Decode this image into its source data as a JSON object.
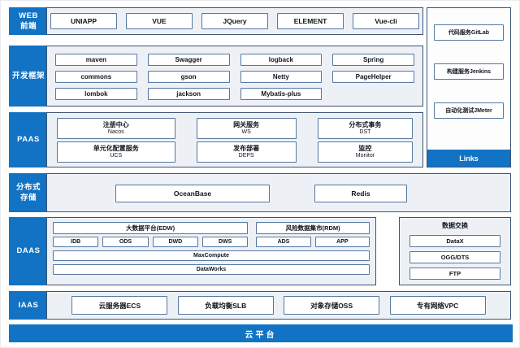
{
  "colors": {
    "accent": "#1273c4",
    "band_bg": "#edf1f6",
    "band_border": "#3c5472",
    "box_border": "#56779f",
    "ink": "#10141c"
  },
  "bands": {
    "web": {
      "label_lines": [
        "WEB",
        "前端"
      ],
      "items": [
        "UNIAPP",
        "VUE",
        "JQuery",
        "ELEMENT",
        "Vue-cli"
      ]
    },
    "framework": {
      "label_lines": [
        "开发框架"
      ],
      "columns": [
        [
          "maven",
          "commons",
          "lombok"
        ],
        [
          "Swagger",
          "gson",
          "jackson"
        ],
        [
          "logback",
          "Netty",
          "Mybatis-plus"
        ],
        [
          "Spring",
          "PageHelper"
        ]
      ]
    },
    "paas": {
      "label_lines": [
        "PAAS"
      ],
      "services": [
        {
          "zh": "注册中心",
          "en": "Nacos"
        },
        {
          "zh": "网关服务",
          "en": "WS"
        },
        {
          "zh": "分布式事务",
          "en": "DST"
        },
        {
          "zh": "单元化配置服务",
          "en": "UCS"
        },
        {
          "zh": "发布部署",
          "en": "DEPS"
        },
        {
          "zh": "监控",
          "en": "Monitor"
        }
      ]
    },
    "storage": {
      "label_lines": [
        "分布式",
        "存储"
      ],
      "items": [
        "OceanBase",
        "Redis"
      ]
    },
    "daas": {
      "label_lines": [
        "DAAS"
      ],
      "bigdata": {
        "title": "大数据平台(EDW)",
        "layers": [
          "IDB",
          "ODS",
          "DWD",
          "DWS"
        ]
      },
      "risk": {
        "title": "风险数据集市(RDM)",
        "layers": [
          "ADS",
          "APP"
        ]
      },
      "platform_rows": [
        "MaxCompute",
        "DataWorks"
      ],
      "exchange": {
        "title": "数据交换",
        "items": [
          "DataX",
          "OGG/DTS",
          "FTP"
        ]
      }
    },
    "iaas": {
      "label_lines": [
        "IAAS"
      ],
      "items": [
        "云服务器ECS",
        "负载均衡SLB",
        "对象存储OSS",
        "专有网络VPC"
      ]
    }
  },
  "devops": {
    "items": [
      "代码服务GitLab",
      "构建服务Jenkins",
      "自动化测试JMeter"
    ],
    "footer": "Links"
  },
  "footer_bar": {
    "label": "云平台"
  }
}
